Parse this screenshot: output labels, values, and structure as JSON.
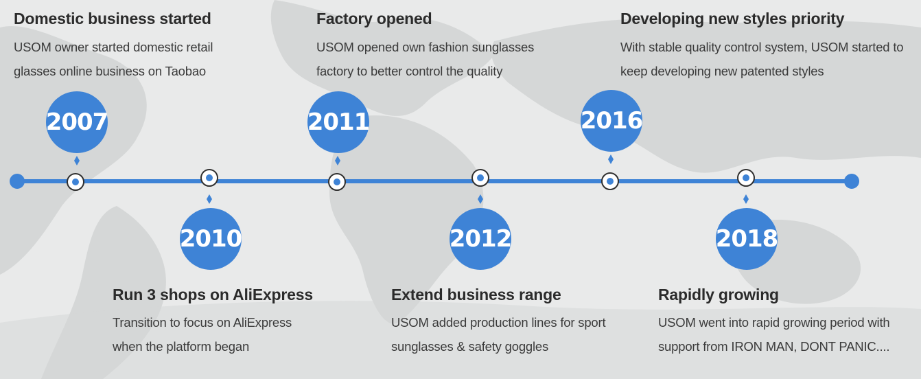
{
  "timeline": {
    "milestones": [
      {
        "year": "2007",
        "title": "Domestic business started",
        "desc": "USOM owner started domestic retail glasses online business on Taobao"
      },
      {
        "year": "2010",
        "title": "Run 3 shops on AliExpress",
        "desc": "Transition to focus on AliExpress when the platform began"
      },
      {
        "year": "2011",
        "title": "Factory opened",
        "desc": "USOM opened own fashion sunglasses factory to better control the quality"
      },
      {
        "year": "2012",
        "title": "Extend business range",
        "desc": "USOM added production lines for sport sunglasses & safety goggles"
      },
      {
        "year": "2016",
        "title": "Developing new styles priority",
        "desc": "With stable quality control system, USOM started to keep developing new patented styles"
      },
      {
        "year": "2018",
        "title": "Rapidly growing",
        "desc": "USOM went into rapid growing period with support from IRON MAN, DONT PANIC...."
      }
    ]
  },
  "colors": {
    "accent": "#3e83d6",
    "background": "#e9eaea",
    "map": "#d6d8d8",
    "text_title": "#2b2b2b",
    "text_body": "#3b3b3b"
  }
}
